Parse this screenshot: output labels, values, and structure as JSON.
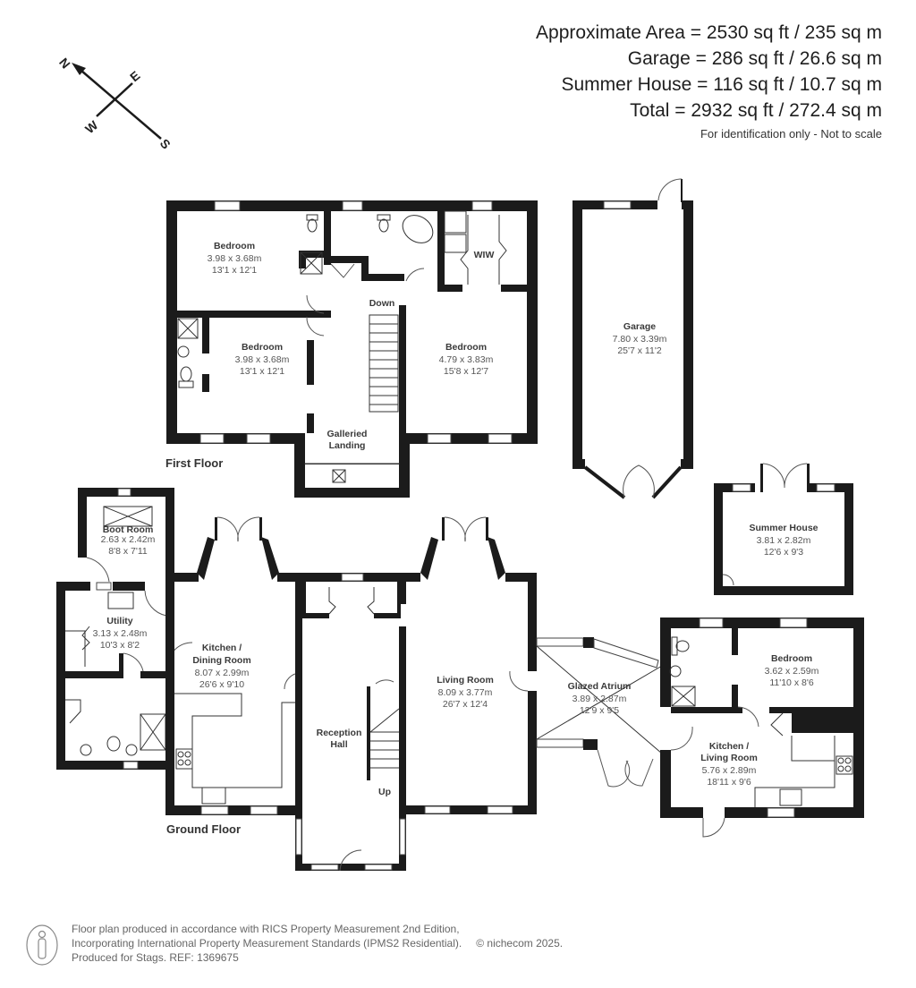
{
  "areas": {
    "approximate_area": "Approximate Area = 2530 sq ft / 235 sq m",
    "garage": "Garage = 286 sq ft / 26.6 sq m",
    "summer_house": "Summer House = 116 sq ft / 10.7 sq m",
    "total": "Total = 2932 sq ft / 272.4 sq m",
    "note": "For identification only - Not to scale"
  },
  "compass": {
    "n": "N",
    "e": "E",
    "s": "S",
    "w": "W"
  },
  "floors": {
    "first": "First Floor",
    "ground": "Ground Floor"
  },
  "rooms": {
    "ff_bedroom1": {
      "name": "Bedroom",
      "metric": "3.98 x 3.68m",
      "imperial": "13'1 x 12'1"
    },
    "ff_bedroom2": {
      "name": "Bedroom",
      "metric": "3.98 x 3.68m",
      "imperial": "13'1 x 12'1"
    },
    "ff_bedroom3": {
      "name": "Bedroom",
      "metric": "4.79 x 3.83m",
      "imperial": "15'8 x 12'7"
    },
    "wiw": {
      "name": "WIW"
    },
    "landing": {
      "name1": "Galleried",
      "name2": "Landing"
    },
    "stairs_down": {
      "name": "Down"
    },
    "garage": {
      "name": "Garage",
      "metric": "7.80 x 3.39m",
      "imperial": "25'7 x 11'2"
    },
    "summer_house": {
      "name": "Summer House",
      "metric": "3.81 x 2.82m",
      "imperial": "12'6 x 9'3"
    },
    "boot_room": {
      "name": "Boot Room",
      "metric": "2.63 x 2.42m",
      "imperial": "8'8 x 7'11"
    },
    "utility": {
      "name": "Utility",
      "metric": "3.13 x 2.48m",
      "imperial": "10'3 x 8'2"
    },
    "kitchen_dining": {
      "name1": "Kitchen /",
      "name2": "Dining Room",
      "metric": "8.07 x 2.99m",
      "imperial": "26'6 x 9'10"
    },
    "reception_hall": {
      "name1": "Reception",
      "name2": "Hall"
    },
    "stairs_up": {
      "name": "Up"
    },
    "living_room": {
      "name": "Living Room",
      "metric": "8.09 x 3.77m",
      "imperial": "26'7 x 12'4"
    },
    "glazed_atrium": {
      "name": "Glazed Atrium",
      "metric": "3.89 x 2.87m",
      "imperial": "12'9 x 9'5"
    },
    "annex_bedroom": {
      "name": "Bedroom",
      "metric": "3.62 x 2.59m",
      "imperial": "11'10 x 8'6"
    },
    "kitchen_living": {
      "name1": "Kitchen /",
      "name2": "Living Room",
      "metric": "5.76 x 2.89m",
      "imperial": "18'11 x 9'6"
    }
  },
  "footer": {
    "line1": "Floor plan produced in accordance with RICS Property Measurement 2nd Edition,",
    "line2": "Incorporating International Property Measurement Standards (IPMS2 Residential).",
    "copyright": "© nichecom 2025.",
    "line3": "Produced for Stags.   REF: 1369675"
  }
}
